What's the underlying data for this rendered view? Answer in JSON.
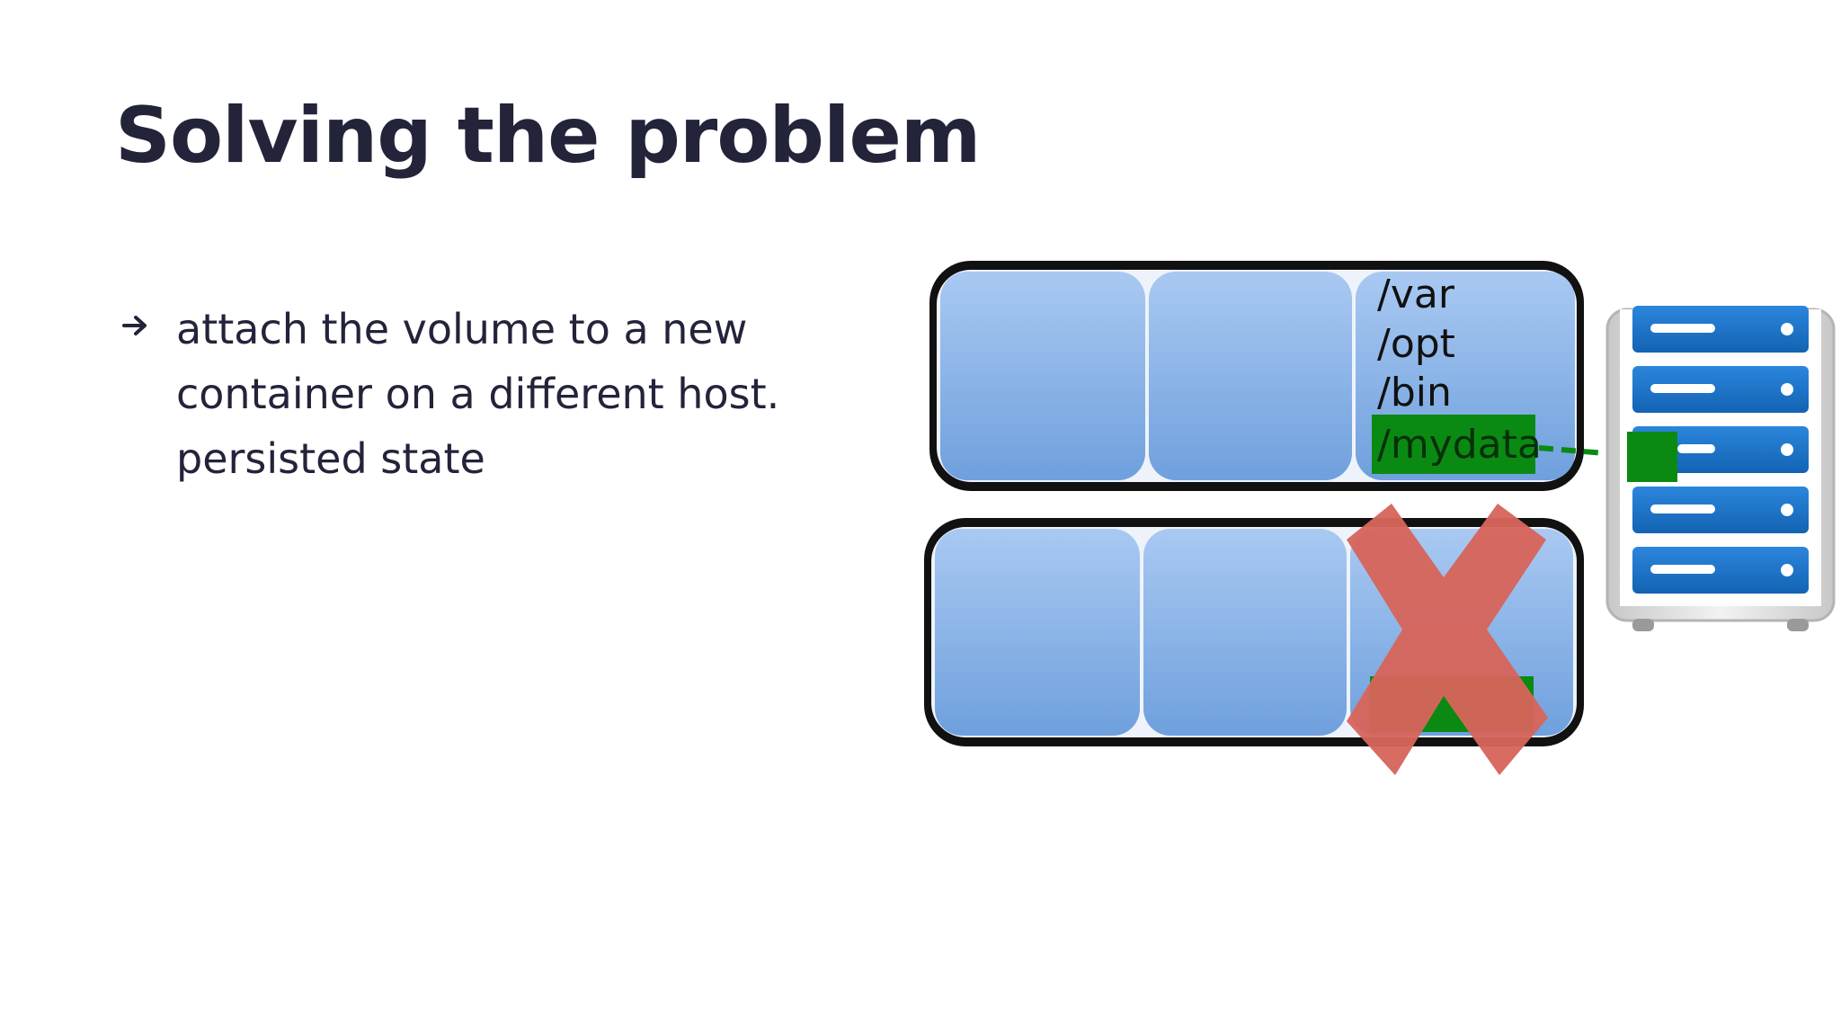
{
  "slide": {
    "title": "Solving the problem",
    "bullet": {
      "icon": "arrow-right-icon",
      "lines": [
        "attach the volume to a new",
        "container on a different host.",
        "persisted state"
      ]
    }
  },
  "diagram": {
    "paths": [
      "/var",
      "/opt",
      "/bin",
      "/mydata"
    ],
    "icons": [
      "container-host-icon",
      "server-rack-icon",
      "red-x-icon"
    ],
    "colors": {
      "cell": "#8fb7e8",
      "volume": "#0a8a12",
      "cross": "#d6655c",
      "server": "#1e73c6"
    }
  }
}
